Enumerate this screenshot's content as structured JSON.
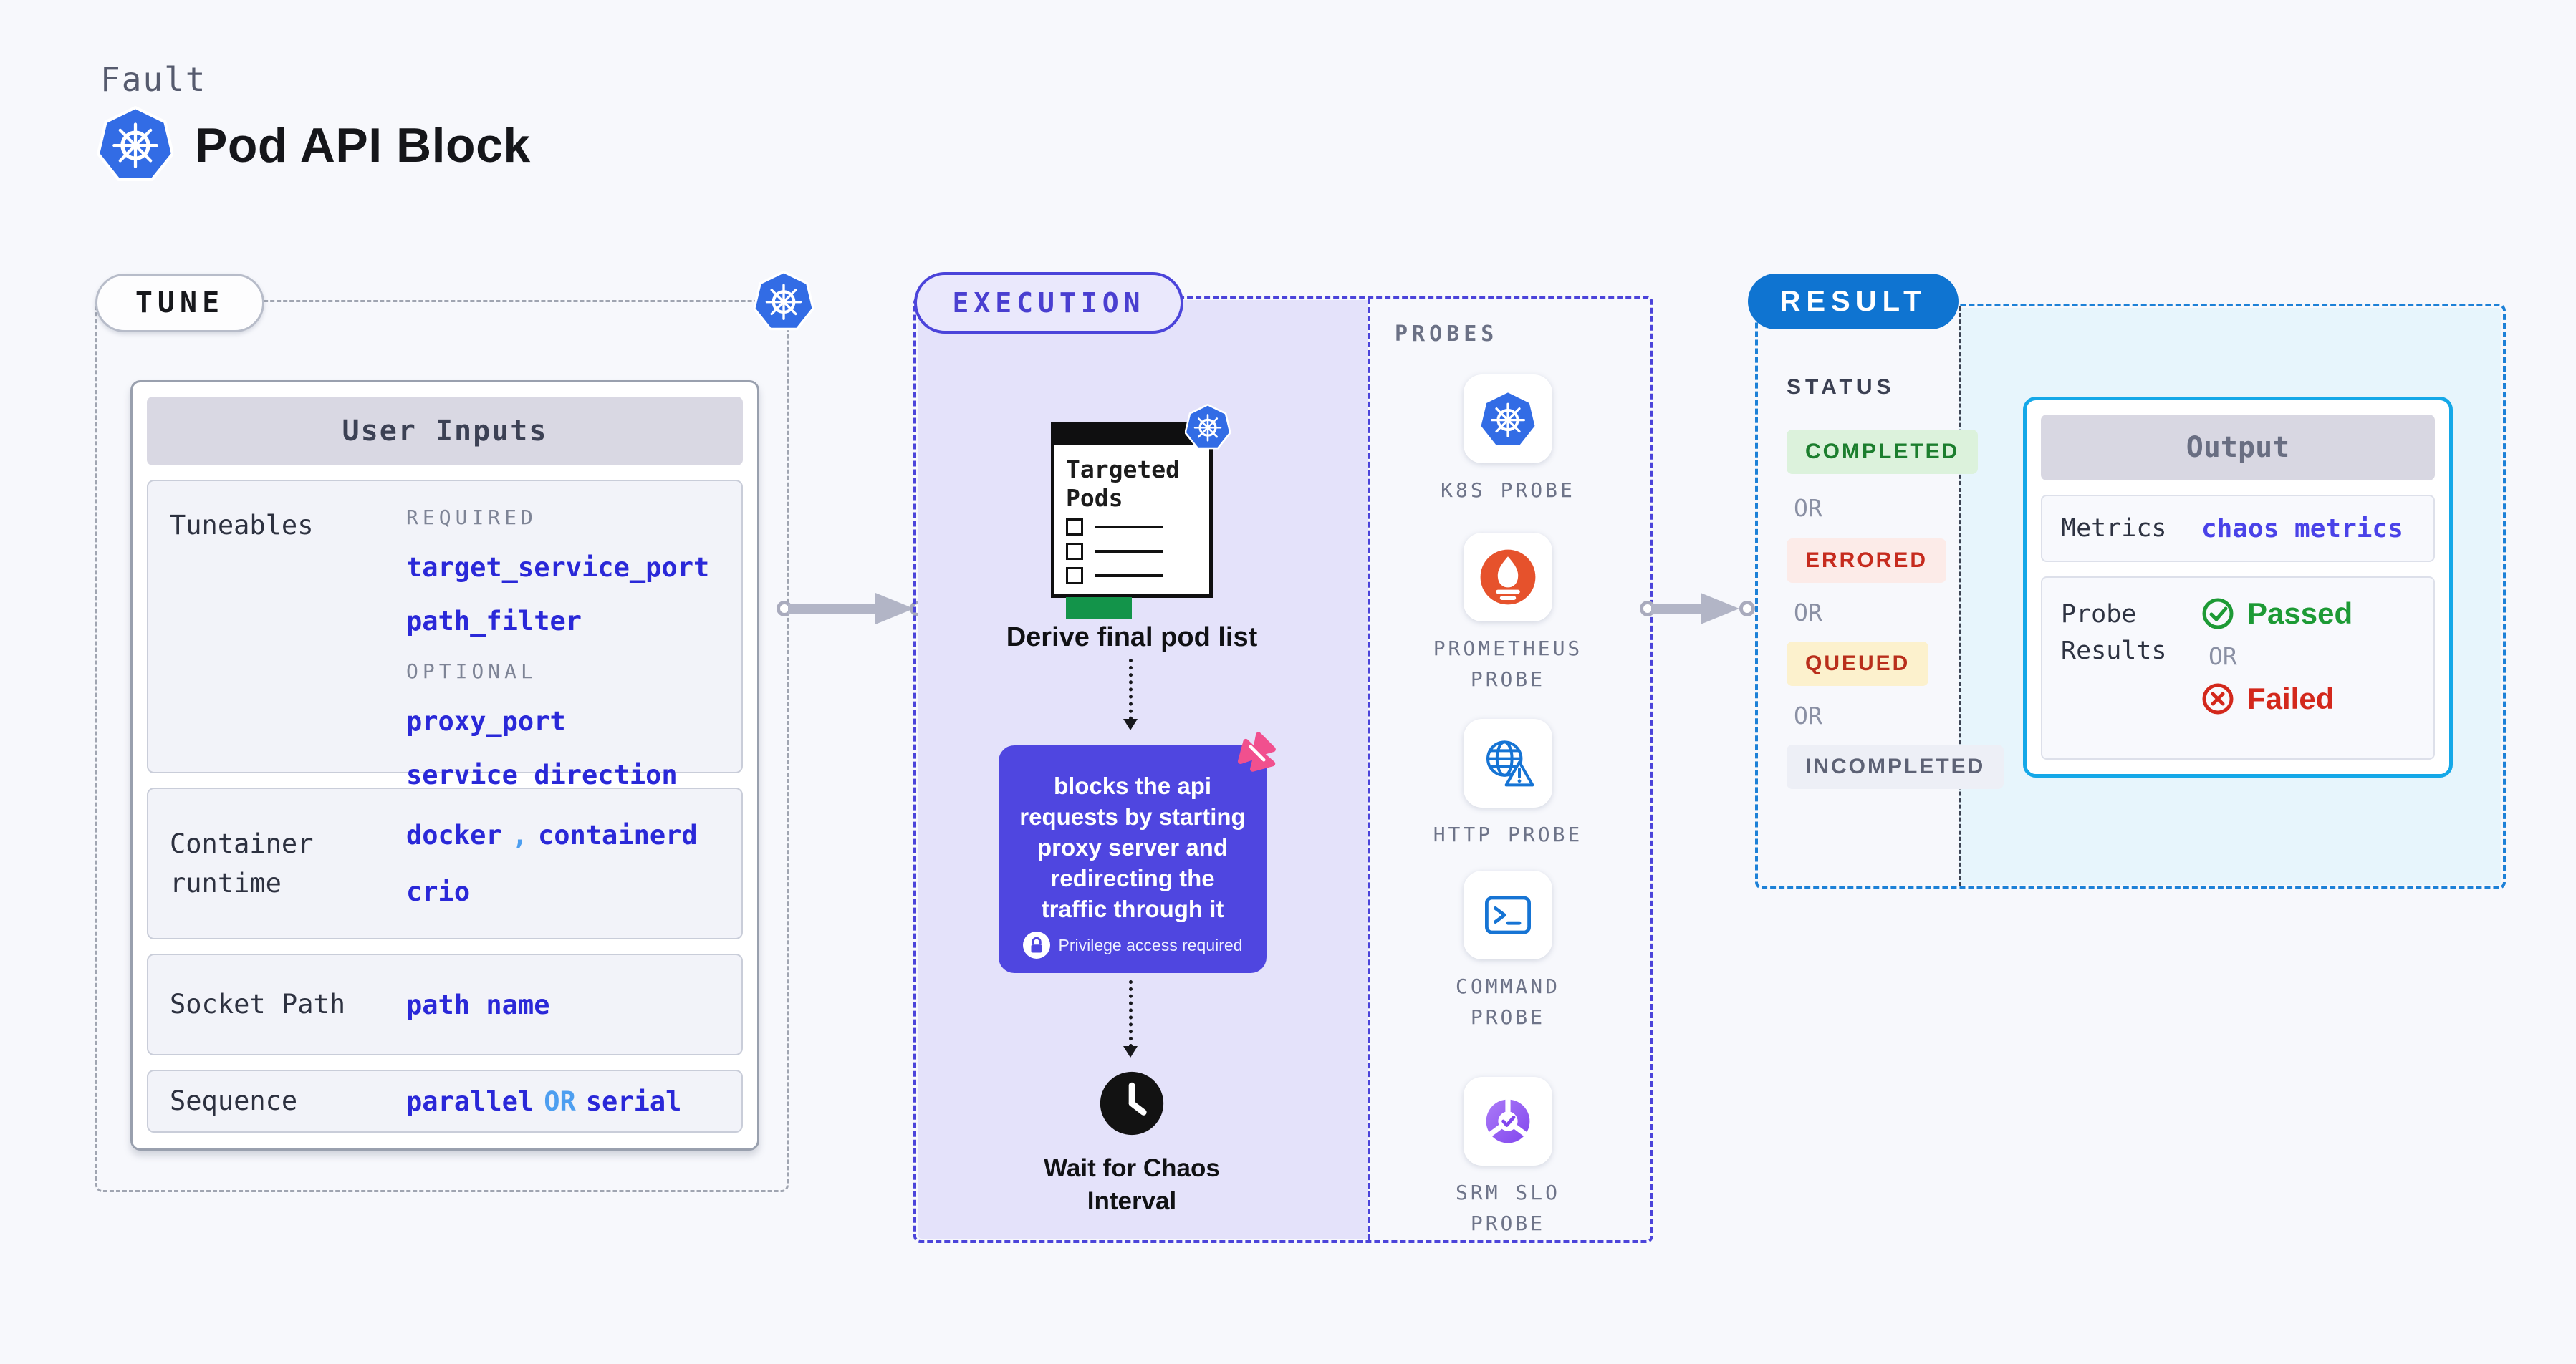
{
  "header": {
    "category": "Fault",
    "title": "Pod API Block"
  },
  "tune": {
    "pill": "TUNE",
    "panel_title": "User Inputs",
    "tuneables": {
      "label": "Tuneables",
      "required_heading": "REQUIRED",
      "required_items": [
        "target_service_port",
        "path_filter"
      ],
      "optional_heading": "OPTIONAL",
      "optional_items": [
        "proxy_port",
        "service_direction"
      ]
    },
    "runtime": {
      "label": "Container runtime",
      "value_a": "docker",
      "separator": ",",
      "value_b": "containerd",
      "value_c": "crio"
    },
    "socket": {
      "label": "Socket Path",
      "value": "path name"
    },
    "sequence": {
      "label": "Sequence",
      "value_a": "parallel",
      "or": "OR",
      "value_b": "serial"
    }
  },
  "execution": {
    "pill": "EXECUTION",
    "targeted_pods_title": "Targeted Pods",
    "derive_label": "Derive final pod list",
    "action_text": "blocks the api requests by starting proxy server and redirecting the traffic through it",
    "privilege_label": "Privilege access required",
    "wait_label": "Wait for Chaos Interval"
  },
  "probes": {
    "heading": "PROBES",
    "items": [
      {
        "icon": "k8s-icon",
        "label": "K8S PROBE"
      },
      {
        "icon": "prometheus-icon",
        "label": "PROMETHEUS PROBE"
      },
      {
        "icon": "http-icon",
        "label": "HTTP PROBE"
      },
      {
        "icon": "command-icon",
        "label": "COMMAND PROBE"
      },
      {
        "icon": "srm-slo-icon",
        "label": "SRM SLO PROBE"
      }
    ]
  },
  "result": {
    "pill": "RESULT",
    "status_heading": "STATUS",
    "or_label": "OR",
    "statuses": [
      {
        "label": "COMPLETED",
        "state": "completed"
      },
      {
        "label": "ERRORED",
        "state": "errored"
      },
      {
        "label": "QUEUED",
        "state": "queued"
      },
      {
        "label": "INCOMPLETED",
        "state": "incompleted"
      }
    ],
    "output": {
      "title": "Output",
      "metrics_label": "Metrics",
      "metrics_value": "chaos metrics",
      "probe_results_label": "Probe Results",
      "passed_label": "Passed",
      "or_label": "OR",
      "failed_label": "Failed"
    }
  },
  "colors": {
    "page_bg": "#f7f8fc",
    "indigo_accent": "#4b44da",
    "execution_bg": "#e4e2fa",
    "action_box": "#4f46e0",
    "value_blue": "#2a28d8",
    "light_blue": "#4d9ef0",
    "result_blue": "#0f74d1",
    "output_border": "#14a8e8",
    "output_area_bg": "#e7f5fc",
    "completed_green": "#1c7e2e",
    "errored_red": "#c62b1e",
    "queued_amber_bg": "#fcf1cd",
    "passed_green": "#1d9a35",
    "failed_red": "#d3281c",
    "kubernetes_blue": "#326ce5",
    "prometheus_orange": "#e6522c",
    "chaos_pink": "#f1508e",
    "targeted_green": "#13944a"
  }
}
